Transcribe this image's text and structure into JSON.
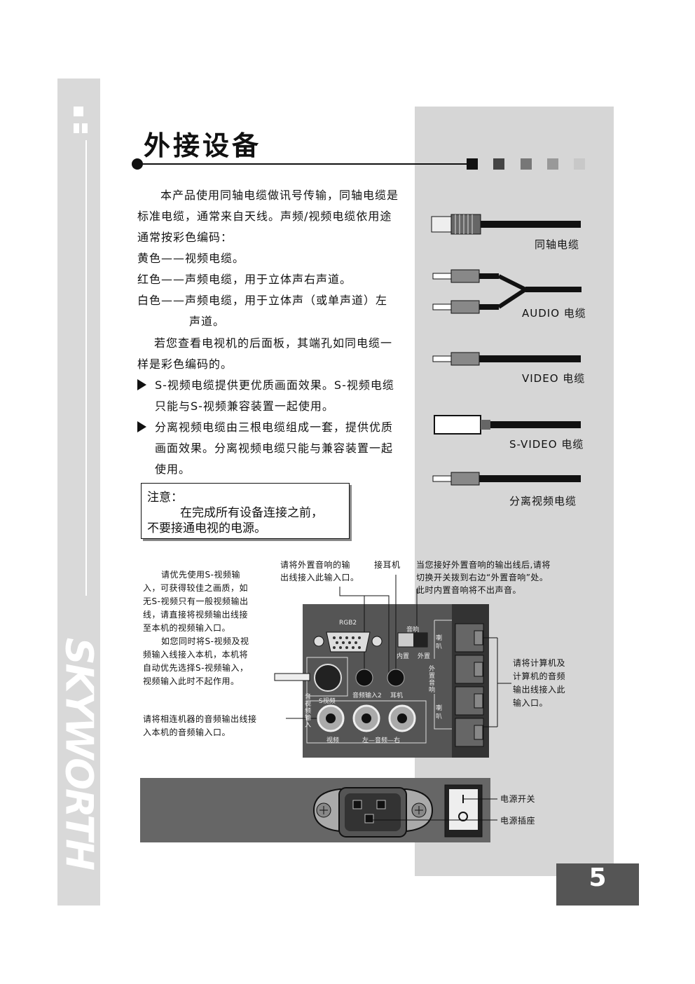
{
  "header": {
    "title": "外接设备",
    "brand": "SKYWORTH",
    "square_colors": [
      "#111111",
      "#444444",
      "#777777",
      "#999999",
      "#c8c8c8"
    ]
  },
  "intro": {
    "lines": [
      "本产品使用同轴电缆做讯号传输，同轴电缆是",
      "标准电缆，通常来自天线。声频/视频电缆依用途",
      "通常按彩色编码：",
      "黄色——视频电缆。",
      "红色——声频电缆，用于立体声右声道。",
      "白色——声频电缆，用于立体声（或单声道）左",
      "声道。",
      "若您查看电视机的后面板，其端孔如同电缆一",
      "样是彩色编码的。"
    ],
    "bullets": [
      [
        "S-视频电缆提供更优质画面效果。S-视频电缆",
        "只能与S-视频兼容装置一起使用。"
      ],
      [
        "分离视频电缆由三根电缆组成一套，提供优质",
        "画面效果。分离视频电缆只能与兼容装置一起",
        "使用。"
      ]
    ]
  },
  "note": {
    "title": "注意：",
    "line1": "在完成所有设备连接之前，",
    "line2": "不要接通电视的电源。"
  },
  "cables": {
    "coax": "同轴电缆",
    "audio": "AUDIO 电缆",
    "video": "VIDEO 电缆",
    "svideo": "S-VIDEO 电缆",
    "component": "分离视频电缆"
  },
  "diagram": {
    "left_text": [
      "请优先使用S-视频输",
      "入，可获得较佳之画质，如",
      "无S-视频只有一般视频输出",
      "线，请直接将视频输出线接",
      "至本机的视频输入口。",
      "如您同时将S-视频及视",
      "频输入线接入本机，本机将",
      "自动优先选择S-视频输入，",
      "视频输入此时不起作用。"
    ],
    "audio_in_text": [
      "请将相连机器的音频输出线接",
      "入本机的音频输入口。"
    ],
    "ext_audio_text": [
      "请将外置音响的输",
      "出线接入此输入口。"
    ],
    "headphone_text": "接耳机",
    "switch_text": [
      "当您接好外置音响的输出线后,请将",
      "切换开关拨到右边“外置音响”处。",
      "此时内置音响将不出声音。"
    ],
    "pc_text": [
      "请将计算机及",
      "计算机的音频",
      "输出线接入此",
      "输入口。"
    ],
    "panel_labels": {
      "rgb": "RGB2",
      "audio_in2": "音频输入2",
      "earphone": "耳机",
      "svideo": "S视频",
      "video": "视频",
      "audio_lr": "左—音频—右",
      "switch_title": "音响",
      "switch_internal": "内置",
      "switch_external": "外置",
      "av_in": "音视频输入",
      "ext_speaker": "外置音响",
      "speaker_top": "喇叭",
      "speaker_bottom": "喇叭"
    },
    "power_switch": "电源开关",
    "power_socket": "电源插座"
  },
  "page_number": "5"
}
